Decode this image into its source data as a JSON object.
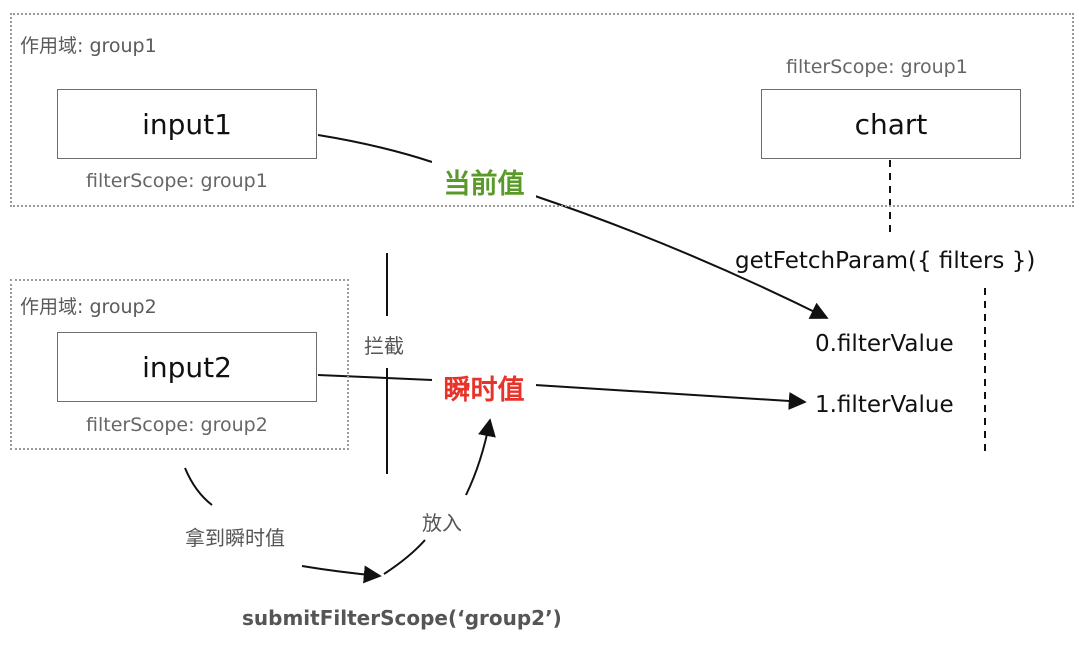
{
  "scope1": {
    "label": "作用域: group1"
  },
  "scope2": {
    "label": "作用域: group2"
  },
  "input1": {
    "label": "input1",
    "caption": "filterScope: group1"
  },
  "input2": {
    "label": "input2",
    "caption": "filterScope: group2"
  },
  "chart": {
    "label": "chart",
    "caption": "filterScope: group1"
  },
  "labels": {
    "current_value": "当前值",
    "instant_value": "瞬时值",
    "intercept": "拦截",
    "get_instant": "拿到瞬时值",
    "put_in": "放入",
    "submit": "submitFilterScope(‘group2’)",
    "fetch_param": "getFetchParam({ filters })",
    "filter_value_0": "0.filterValue",
    "filter_value_1": "1.filterValue"
  },
  "colors": {
    "current_value": "#5a9a2a",
    "instant_value": "#e8332a",
    "submit": "#555555"
  }
}
